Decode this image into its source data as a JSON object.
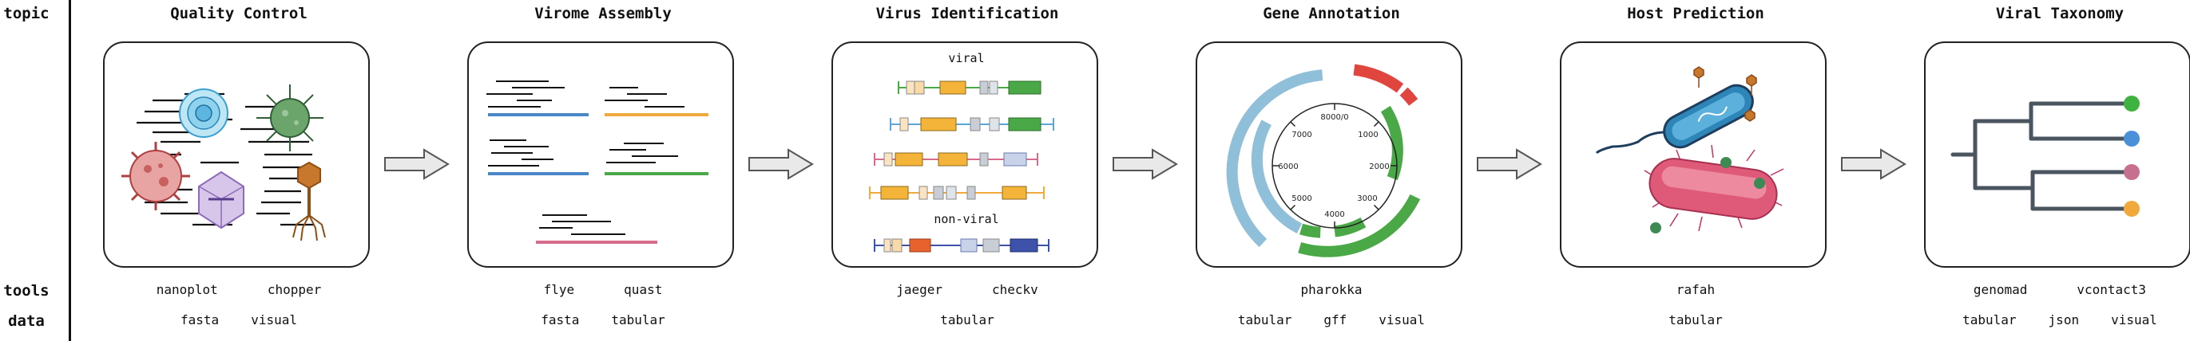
{
  "row_labels": {
    "topic": "topic",
    "tools": "tools",
    "data": "data"
  },
  "stages": [
    {
      "title": "Quality Control",
      "tools": [
        "nanoplot",
        "chopper"
      ],
      "data": [
        "fasta",
        "visual"
      ]
    },
    {
      "title": "Virome Assembly",
      "tools": [
        "flye",
        "quast"
      ],
      "data": [
        "fasta",
        "tabular"
      ]
    },
    {
      "title": "Virus Identification",
      "tools": [
        "jaeger",
        "checkv"
      ],
      "data": [
        "tabular"
      ],
      "labels": {
        "viral": "viral",
        "nonviral": "non-viral"
      }
    },
    {
      "title": "Gene Annotation",
      "tools": [
        "pharokka"
      ],
      "data": [
        "tabular",
        "gff",
        "visual"
      ],
      "ticks": [
        "8000/0",
        "1000",
        "2000",
        "3000",
        "4000",
        "5000",
        "6000",
        "7000"
      ]
    },
    {
      "title": "Host Prediction",
      "tools": [
        "rafah"
      ],
      "data": [
        "tabular"
      ]
    },
    {
      "title": "Viral Taxonomy",
      "tools": [
        "genomad",
        "vcontact3"
      ],
      "data": [
        "tabular",
        "json",
        "visual"
      ]
    }
  ],
  "colors": {
    "border": "#222222",
    "arrow_fill": "#e9e9e9",
    "virome_contigs": [
      "#4a87c8",
      "#f2a93b",
      "#4aa847",
      "#d86a8a"
    ],
    "annotation_rings": [
      "#8fbfd9",
      "#4aa847",
      "#e0463e"
    ],
    "taxonomy_leaves": [
      "#3fb33f",
      "#4a90d9",
      "#c76f8e",
      "#f2a93b"
    ]
  }
}
